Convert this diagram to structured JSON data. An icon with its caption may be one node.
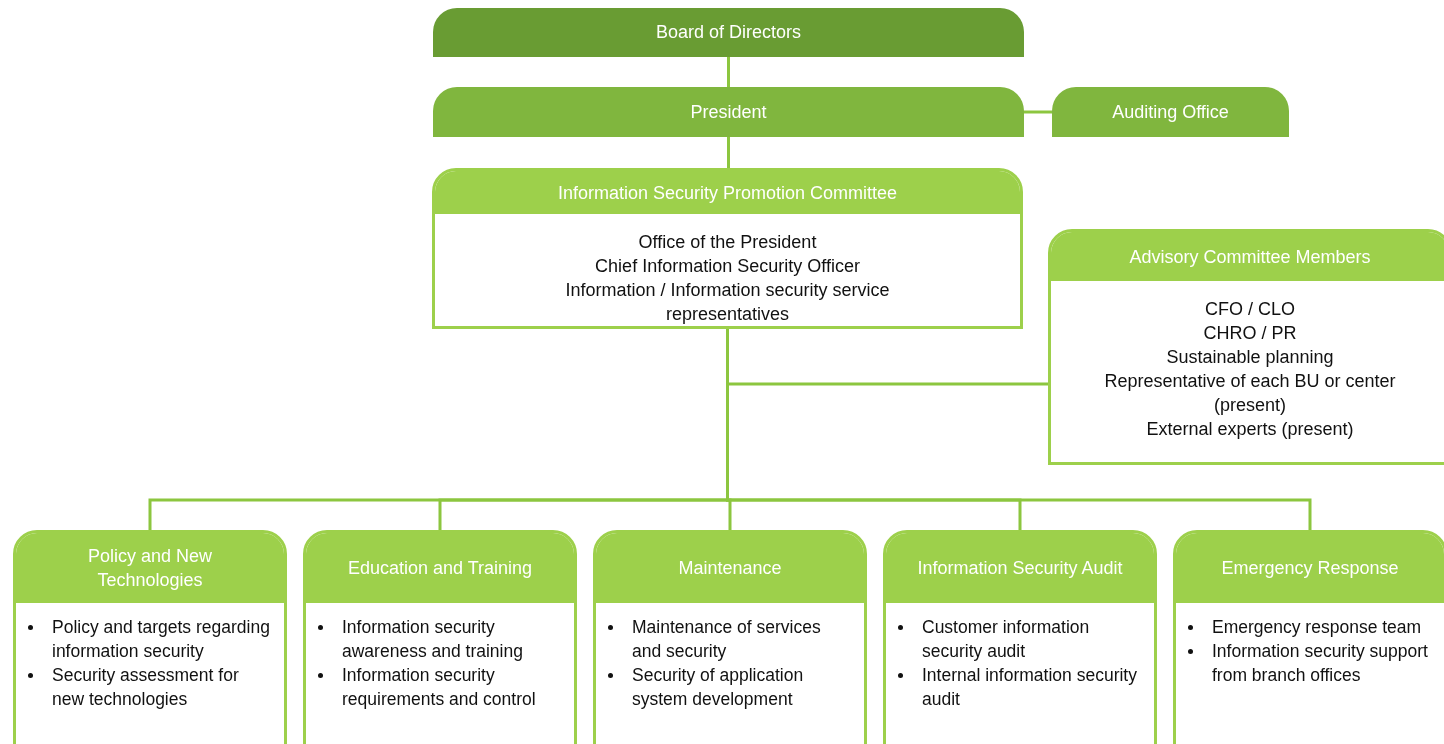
{
  "diagram": {
    "nodes": [
      {
        "text": [
          "Board of Directors"
        ]
      },
      {
        "text": [
          "President"
        ]
      },
      {
        "text": [
          "Auditing Office"
        ]
      },
      {
        "text": [
          "Information Security Promotion Committee",
          "Office of the President",
          "Chief Information Security Officer",
          "Information / Information security service representatives"
        ]
      },
      {
        "text": [
          "Advisory Committee Members",
          "CFO / CLO",
          "CHRO / PR",
          "Sustainable planning",
          "Representative of each BU or center (present)",
          "External experts (present)"
        ]
      },
      {
        "text": [
          "Policy and New Technologies",
          "Policy and targets regarding information security",
          "Security assessment for new technologies"
        ]
      },
      {
        "text": [
          "Education and Training",
          "Information security awareness and training",
          "Information security requirements and control"
        ]
      },
      {
        "text": [
          "Maintenance",
          "Maintenance of services and security",
          "Security of application system development"
        ]
      },
      {
        "text": [
          "Information Security Audit",
          "Customer information security audit",
          "Internal information security audit"
        ]
      },
      {
        "text": [
          "Emergency Response",
          "Emergency response team",
          "Information security support from branch offices"
        ]
      }
    ],
    "edges": [
      {
        "from": 0,
        "to": 1,
        "arrow": "none"
      },
      {
        "from": 1,
        "to": 2,
        "arrow": "none"
      },
      {
        "from": 1,
        "to": 3,
        "arrow": "none"
      },
      {
        "from": 3,
        "to": 4,
        "arrow": "none"
      },
      {
        "from": 3,
        "to": 5,
        "arrow": "none"
      },
      {
        "from": 3,
        "to": 6,
        "arrow": "none"
      },
      {
        "from": 3,
        "to": 7,
        "arrow": "none"
      },
      {
        "from": 3,
        "to": 8,
        "arrow": "none"
      },
      {
        "from": 3,
        "to": 9,
        "arrow": "none"
      }
    ]
  }
}
